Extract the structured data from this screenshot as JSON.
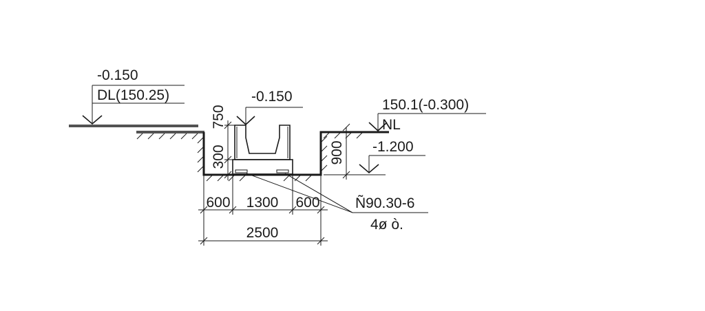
{
  "drawing": {
    "level_left": "-0.150",
    "level_left_sub": "DL(150.25)",
    "level_channel": "-0.150",
    "level_right": "150.1(-0.300)",
    "level_right_sub": "NL",
    "level_bottom_right": "-1.200",
    "dim_channel_height": "750",
    "dim_base_height": "300",
    "dim_right_depth": "900",
    "dim_left_offset": "600",
    "dim_channel_width": "1300",
    "dim_right_offset": "600",
    "dim_total_width": "2500",
    "leader_label_1": "Ñ90.30-6",
    "leader_label_2": "4ø ò."
  }
}
